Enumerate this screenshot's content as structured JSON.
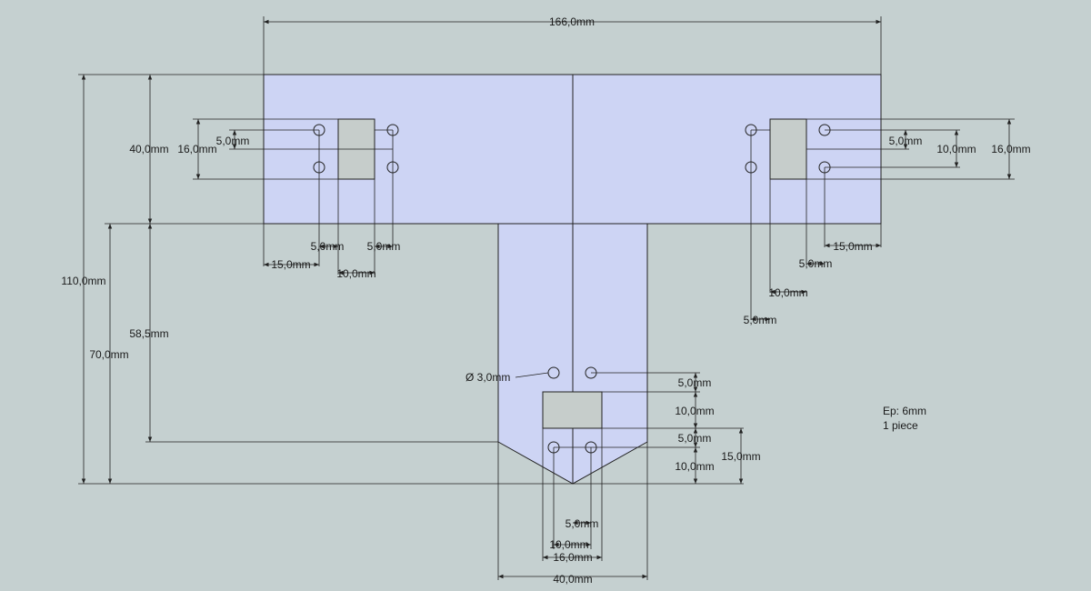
{
  "drawing": {
    "colors": {
      "background": "#c5d0d0",
      "part_fill": "#cdd4f4",
      "slot_fill": "#c6cdcb",
      "line": "#222222"
    },
    "dimensions": {
      "overall_width": "166,0mm",
      "overall_height": "110,0mm",
      "height_70": "70,0mm",
      "height_58_5": "58,5mm",
      "arm_height": "40,0mm",
      "left_slot_span": "16,0mm",
      "left_slot_step": "5,0mm",
      "left_edge_offset": "15,0mm",
      "left_hole_5a": "5,0mm",
      "left_hole_5b": "5,0mm",
      "left_slot_10": "10,0mm",
      "right_slot_span": "16,0mm",
      "right_slot_10": "10,0mm",
      "right_slot_step": "5,0mm",
      "right_edge_offset": "15,0mm",
      "right_hole_5a": "5,0mm",
      "right_slot_10b": "10,0mm",
      "right_hole_5b": "5,0mm",
      "hole_diameter": "Ø 3,0mm",
      "stem_5a": "5,0mm",
      "stem_10a": "10,0mm",
      "stem_5b": "5,0mm",
      "stem_15": "15,0mm",
      "stem_10b": "10,0mm",
      "stem_bottom_5": "5,0mm",
      "stem_bottom_10": "10,0mm",
      "stem_bottom_16": "16,0mm",
      "stem_width": "40,0mm"
    },
    "notes": {
      "thickness": "Ep: 6mm",
      "quantity": "1 piece"
    }
  }
}
